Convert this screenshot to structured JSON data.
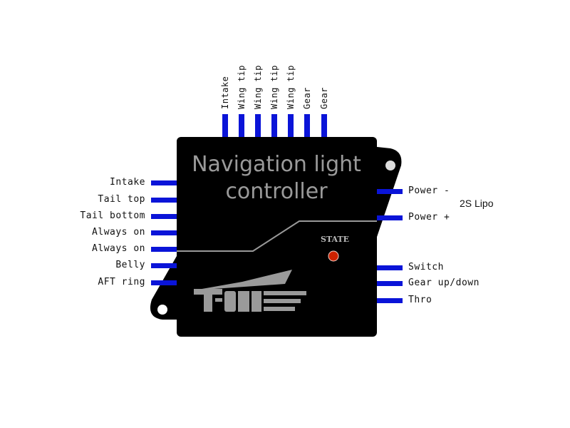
{
  "controller": {
    "title_line1": "Navigation light",
    "title_line2": "controller",
    "state_label": "STATE",
    "logo_text": "T-ONE"
  },
  "top_pins": [
    "Intake",
    "Wing tip",
    "Wing tip",
    "Wing tip",
    "Wing tip",
    "Gear",
    "Gear"
  ],
  "left_pins": [
    "Intake",
    "Tail top",
    "Tail bottom",
    "Always on",
    "Always on",
    "Belly",
    "AFT ring"
  ],
  "right_pins": [
    "Power -",
    "Power +",
    "Switch",
    "Gear up/down",
    "Thro"
  ],
  "power_group_label": "2S Lipo",
  "colors": {
    "pin": "#0a14d8",
    "body": "#000000",
    "text_gray": "#9a9a9a",
    "led": "#cc2200"
  }
}
